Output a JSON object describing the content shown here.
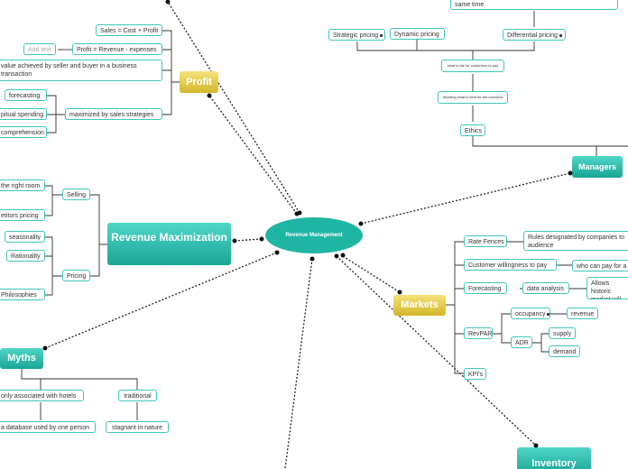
{
  "central": {
    "label": "Revenue Management"
  },
  "profit": {
    "title": "Profit",
    "items": [
      "Sales = Cost + Profit",
      "Profit = Revenue - expenses",
      "Add text",
      "value achieved by seller and buyer in a business transaction",
      "maximized by sales strategies",
      "forecasting",
      "pitual spending",
      "comprehension"
    ]
  },
  "revenue_max": {
    "title": "Revenue Maximization",
    "selling": "Selling",
    "pricing": "Pricing",
    "items": [
      "the right room",
      "etitors pricing",
      "seasonality",
      "Rationality",
      "Philosophies"
    ]
  },
  "myths": {
    "title": "Myths",
    "items": [
      "only associated with hotels",
      "a database used by one person",
      "traditional",
      "stagnant in nature"
    ]
  },
  "managers": {
    "title": "Managers",
    "top_text": "same time",
    "items": [
      "Strategic pricing",
      "Dynamic pricing",
      "Differential pricing",
      "what is fair for customers to pay",
      "deciding what is best for the business",
      "Ethics"
    ]
  },
  "markets": {
    "title": "Markets",
    "items": [
      "Rate Fences",
      "Rules designated by companies to audience",
      "Customer willingness to pay",
      "who can pay for a",
      "Forecasting",
      "data analysis",
      "Allows historic market will look",
      "RevPAR",
      "occupancy",
      "revenue",
      "ADR",
      "supply",
      "demand",
      "KPI's"
    ]
  },
  "inventory": {
    "title": "Inventory"
  }
}
